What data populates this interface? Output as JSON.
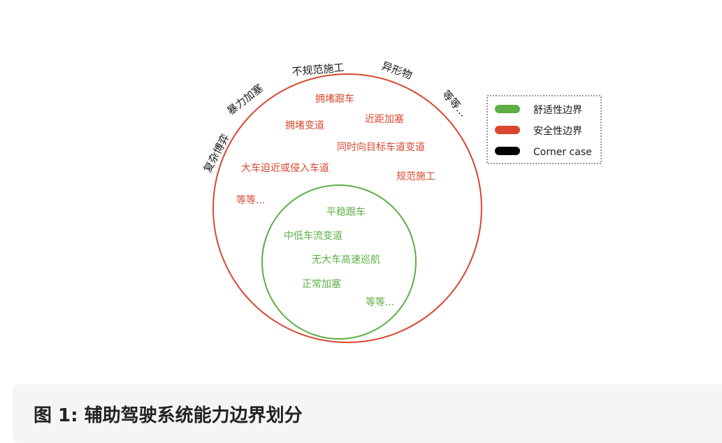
{
  "colors": {
    "comfort": "#5cae45",
    "safety": "#d9472f",
    "corner": "#000000"
  },
  "outer_labels": [
    "复杂博弈",
    "暴力加塞",
    "不规范施工",
    "异形物",
    "等等..."
  ],
  "safety_labels": [
    "拥堵跟车",
    "拥堵变道",
    "近距加塞",
    "同时向目标车道变道",
    "大车迫近或侵入车道",
    "规范施工",
    "等等..."
  ],
  "comfort_labels": [
    "平稳跟车",
    "中低车流变道",
    "无大车高速巡航",
    "正常加塞",
    "等等..."
  ],
  "legend": [
    {
      "label": "舒适性边界",
      "color": "#5cae45"
    },
    {
      "label": "安全性边界",
      "color": "#d9472f"
    },
    {
      "label": "Corner case",
      "color": "#000000"
    }
  ],
  "caption": "图 1: 辅助驾驶系统能力边界划分"
}
